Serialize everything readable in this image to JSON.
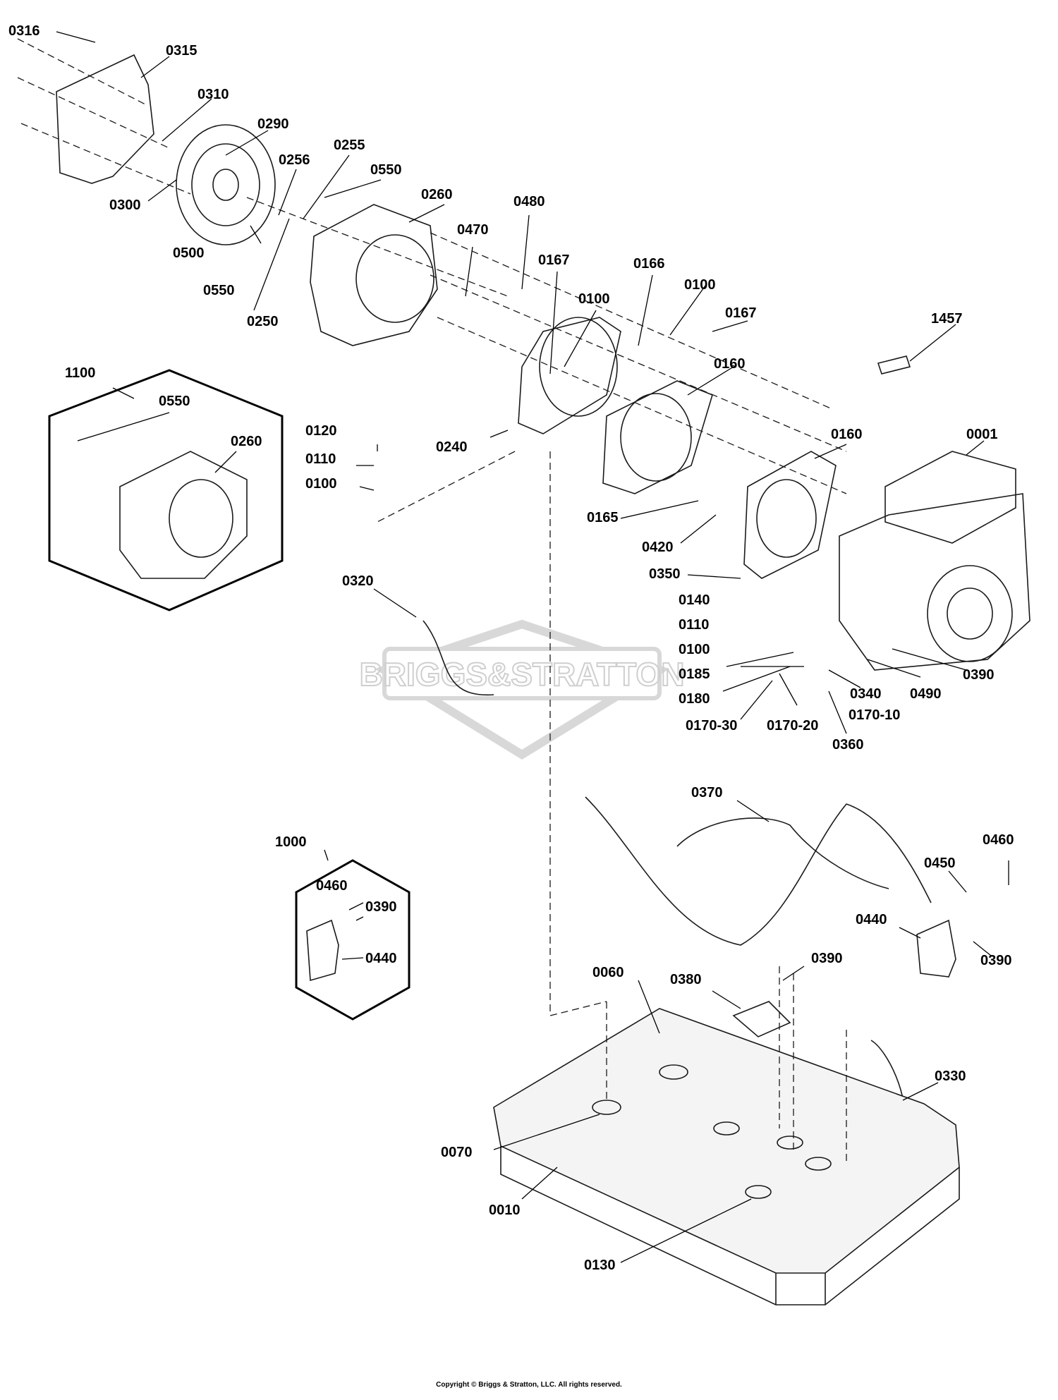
{
  "watermark": {
    "text": "BRIGGS&STRATTON"
  },
  "copyright": "Copyright © Briggs & Stratton, LLC. All rights reserved.",
  "callouts": [
    "0316",
    "0315",
    "0310",
    "0290",
    "0300",
    "0256",
    "0255",
    "0550",
    "0260",
    "0500",
    "0550",
    "0250",
    "0470",
    "0480",
    "0167",
    "0100",
    "0166",
    "0100",
    "0167",
    "1457",
    "0160",
    "0160",
    "0001",
    "0240",
    "0165",
    "0420",
    "0350",
    "0140",
    "0110",
    "0100",
    "0185",
    "0180",
    "0340",
    "0490",
    "0390",
    "0170-30",
    "0170-20",
    "0170-10",
    "0360",
    "0120",
    "0110",
    "0100",
    "1100",
    "0550",
    "0260",
    "0320",
    "0370",
    "0450",
    "0460",
    "0440",
    "0390",
    "1000",
    "0460",
    "0390",
    "0440",
    "0060",
    "0380",
    "0390",
    "0330",
    "0070",
    "0010",
    "0130"
  ]
}
